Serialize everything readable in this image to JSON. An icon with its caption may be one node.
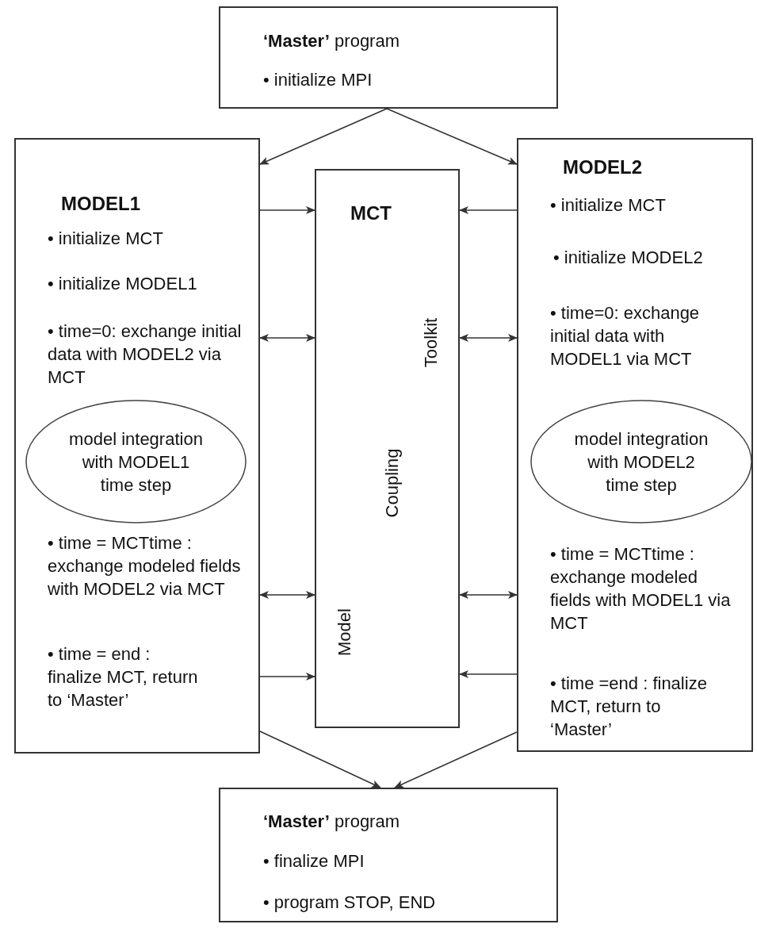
{
  "diagram": {
    "nodes": [
      {
        "text": [
          "**‘Master’** program",
          "• initialize MPI"
        ]
      },
      {
        "text": [
          "MODEL1",
          "• initialize MCT",
          "• initialize MODEL1",
          "• time=0: exchange initial data with MODEL2 via MCT",
          "• time = MCTtime : exchange modeled fields with MODEL2 via MCT",
          "• time = end : finalize MCT, return to ‘Master’"
        ]
      },
      {
        "text": [
          "model integration with MODEL1 time step"
        ],
        "in": 1
      },
      {
        "text": [
          "MCT",
          "Model",
          "Coupling",
          "Toolkit"
        ]
      },
      {
        "text": [
          "MODEL2",
          "• initialize MCT",
          "• initialize MODEL2",
          "• time=0: exchange initial data with MODEL1 via MCT",
          "• time = MCTtime : exchange modeled fields with MODEL1 via MCT",
          "• time =end : finalize MCT, return to ‘Master’"
        ]
      },
      {
        "text": [
          "model integration with MODEL2 time step"
        ],
        "in": 4
      },
      {
        "text": [
          "**‘Master’** program",
          "• finalize MPI",
          "• program STOP, END"
        ]
      }
    ],
    "edges": [
      {
        "from": 0,
        "to": 1,
        "arrow": "to"
      },
      {
        "from": 0,
        "to": 4,
        "arrow": "to"
      },
      {
        "from": 1,
        "to": 3,
        "arrow": "to"
      },
      {
        "from": 4,
        "to": 3,
        "arrow": "to"
      },
      {
        "from": 1,
        "to": 3,
        "arrow": "both"
      },
      {
        "from": 4,
        "to": 3,
        "arrow": "both"
      },
      {
        "from": 1,
        "to": 3,
        "arrow": "both"
      },
      {
        "from": 4,
        "to": 3,
        "arrow": "both"
      },
      {
        "from": 1,
        "to": 3,
        "arrow": "to"
      },
      {
        "from": 4,
        "to": 3,
        "arrow": "to"
      },
      {
        "from": 1,
        "to": 6,
        "arrow": "to"
      },
      {
        "from": 4,
        "to": 6,
        "arrow": "to"
      }
    ]
  }
}
